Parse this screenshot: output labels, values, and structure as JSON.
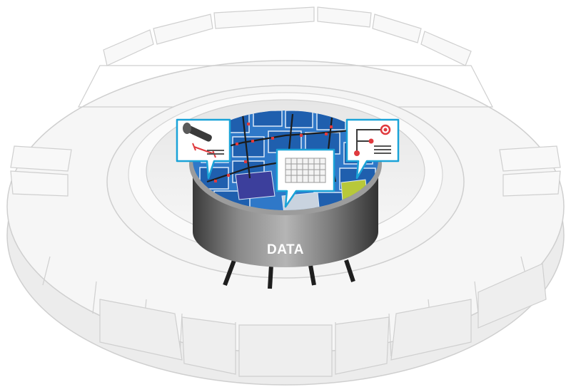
{
  "cylinder": {
    "label": "DATA"
  },
  "callouts": [
    {
      "name": "pipe-measure-callout",
      "icon": "pipe-measure-icon",
      "accent": "#e03a3e"
    },
    {
      "name": "table-callout",
      "icon": "table-grid-icon",
      "accent": "#e03a3e"
    },
    {
      "name": "network-callout",
      "icon": "network-node-icon",
      "accent": "#e03a3e"
    }
  ],
  "colors": {
    "callout_border": "#1aa3d8",
    "map_blue": "#2f78c8",
    "map_dark": "#1f2f6a",
    "parcel_yellow": "#b8c83a",
    "parcel_purple": "#3c3f9c",
    "cylinder_dark": "#4a4a4a",
    "ring_fill": "#f2f2f2",
    "ring_stroke": "#cfcfcf"
  }
}
